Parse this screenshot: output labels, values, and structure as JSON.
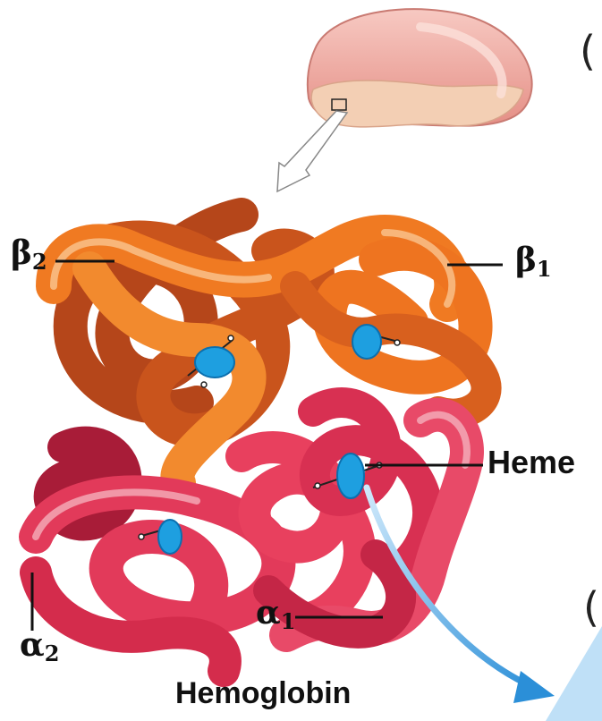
{
  "labels": {
    "beta2": "β",
    "beta2_sub": "2",
    "beta1": "β",
    "beta1_sub": "1",
    "alpha2": "α",
    "alpha2_sub": "2",
    "alpha1": "α",
    "alpha1_sub": "1",
    "heme": "Heme",
    "title": "Hemoglobin"
  },
  "partial_glyphs": {
    "top_right": "(",
    "bottom_right": "("
  },
  "colors": {
    "beta_chain": "#f07a22",
    "beta_chain_dark": "#c4501a",
    "alpha_chain": "#e23a5a",
    "alpha_chain_dark": "#b0203c",
    "heme": "#1e9fe0",
    "cell": "#f2a49c",
    "leader": "#111111"
  }
}
